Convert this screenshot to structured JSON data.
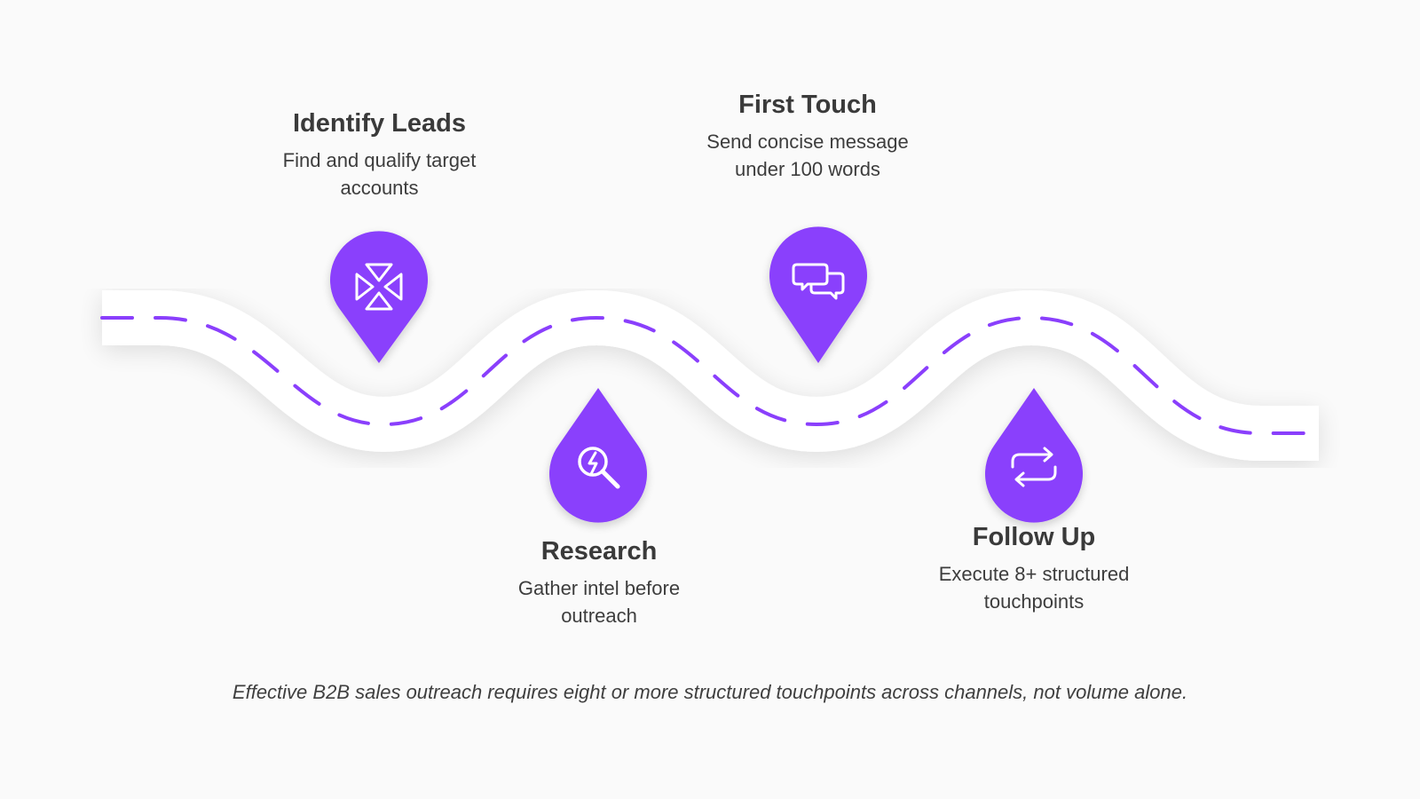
{
  "steps": [
    {
      "key": "identify",
      "title": "Identify Leads",
      "desc": "Find and qualify target accounts",
      "icon": "arrows-converge-icon"
    },
    {
      "key": "research",
      "title": "Research",
      "desc": "Gather intel before outreach",
      "icon": "magnify-bolt-icon"
    },
    {
      "key": "first",
      "title": "First Touch",
      "desc": "Send concise message under 100 words",
      "icon": "chat-bubbles-icon"
    },
    {
      "key": "follow",
      "title": "Follow Up",
      "desc": "Execute 8+ structured touchpoints",
      "icon": "repeat-arrows-icon"
    }
  ],
  "footnote": "Effective B2B sales outreach requires eight or more structured touchpoints across channels, not volume alone.",
  "colors": {
    "accent": "#8a3ffc",
    "road": "#ffffff",
    "background": "#fafafa",
    "text": "#3d3d3d"
  }
}
